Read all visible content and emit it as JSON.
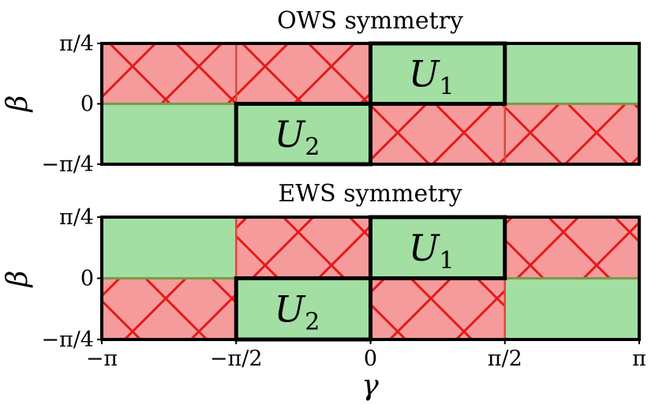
{
  "chart_data": [
    {
      "type": "heatmap",
      "title": "OWS symmetry",
      "xlabel": "γ",
      "ylabel": "β",
      "xlim": [
        "-π",
        "π"
      ],
      "ylim": [
        "-π/4",
        "π/4"
      ],
      "x_ticks": [
        "−π",
        "−π/2",
        "0",
        "π/2",
        "π"
      ],
      "y_ticks": [
        "−π/4",
        "0",
        "π/4"
      ],
      "colors": {
        "allowed": "#a3dea3",
        "forbidden": "#f59b9b",
        "hatch": "#e31a1a"
      },
      "cells": [
        {
          "gamma": [
            -1.0,
            -0.5
          ],
          "beta": [
            0,
            0.25
          ],
          "state": "forbidden",
          "label": ""
        },
        {
          "gamma": [
            -0.5,
            0.0
          ],
          "beta": [
            0,
            0.25
          ],
          "state": "forbidden",
          "label": ""
        },
        {
          "gamma": [
            0.0,
            0.5
          ],
          "beta": [
            0,
            0.25
          ],
          "state": "allowed",
          "label": "U",
          "label_sub": "1",
          "outlined": true
        },
        {
          "gamma": [
            0.5,
            1.0
          ],
          "beta": [
            0,
            0.25
          ],
          "state": "allowed",
          "label": ""
        },
        {
          "gamma": [
            -1.0,
            -0.5
          ],
          "beta": [
            -0.25,
            0
          ],
          "state": "allowed",
          "label": ""
        },
        {
          "gamma": [
            -0.5,
            0.0
          ],
          "beta": [
            -0.25,
            0
          ],
          "state": "allowed",
          "label": "U",
          "label_sub": "2",
          "outlined": true
        },
        {
          "gamma": [
            0.0,
            0.5
          ],
          "beta": [
            -0.25,
            0
          ],
          "state": "forbidden",
          "label": ""
        },
        {
          "gamma": [
            0.5,
            1.0
          ],
          "beta": [
            -0.25,
            0
          ],
          "state": "forbidden",
          "label": ""
        }
      ]
    },
    {
      "type": "heatmap",
      "title": "EWS symmetry",
      "xlabel": "γ",
      "ylabel": "β",
      "xlim": [
        "-π",
        "π"
      ],
      "ylim": [
        "-π/4",
        "π/4"
      ],
      "x_ticks": [
        "−π",
        "−π/2",
        "0",
        "π/2",
        "π"
      ],
      "y_ticks": [
        "−π/4",
        "0",
        "π/4"
      ],
      "colors": {
        "allowed": "#a3dea3",
        "forbidden": "#f59b9b",
        "hatch": "#e31a1a"
      },
      "cells": [
        {
          "gamma": [
            -1.0,
            -0.5
          ],
          "beta": [
            0,
            0.25
          ],
          "state": "allowed",
          "label": ""
        },
        {
          "gamma": [
            -0.5,
            0.0
          ],
          "beta": [
            0,
            0.25
          ],
          "state": "forbidden",
          "label": ""
        },
        {
          "gamma": [
            0.0,
            0.5
          ],
          "beta": [
            0,
            0.25
          ],
          "state": "allowed",
          "label": "U",
          "label_sub": "1",
          "outlined": true
        },
        {
          "gamma": [
            0.5,
            1.0
          ],
          "beta": [
            0,
            0.25
          ],
          "state": "forbidden",
          "label": ""
        },
        {
          "gamma": [
            -1.0,
            -0.5
          ],
          "beta": [
            -0.25,
            0
          ],
          "state": "forbidden",
          "label": ""
        },
        {
          "gamma": [
            -0.5,
            0.0
          ],
          "beta": [
            -0.25,
            0
          ],
          "state": "allowed",
          "label": "U",
          "label_sub": "2",
          "outlined": true
        },
        {
          "gamma": [
            0.0,
            0.5
          ],
          "beta": [
            -0.25,
            0
          ],
          "state": "forbidden",
          "label": ""
        },
        {
          "gamma": [
            0.5,
            1.0
          ],
          "beta": [
            -0.25,
            0
          ],
          "state": "allowed",
          "label": ""
        }
      ]
    }
  ]
}
